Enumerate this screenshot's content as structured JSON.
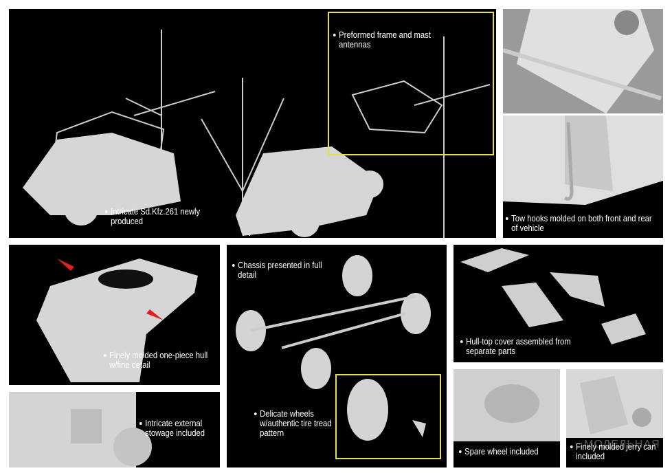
{
  "captions": {
    "vehicle": "Intricate Sd.Kfz.261 newly produced",
    "antennas": "Preformed frame and mast antennas",
    "tow_hooks": "Tow hooks molded on both front and rear of vehicle",
    "hull": "Finely molded one-piece hull w/fine detail",
    "chassis": "Chassis presented in full detail",
    "wheels": "Delicate wheels w/authentic tire tread pattern",
    "hull_top": "Hull-top cover assembled from separate parts",
    "stowage": "Intricate external stowage included",
    "spare_wheel": "Spare wheel included",
    "jerry_can": "Finely molded jerry can included"
  },
  "watermark": "МОДЕЛЬНАЯ",
  "colors": {
    "background": "#000000",
    "highlight": "#e8e04a",
    "model": "#d8d8d8",
    "arrow": "#e02020"
  }
}
